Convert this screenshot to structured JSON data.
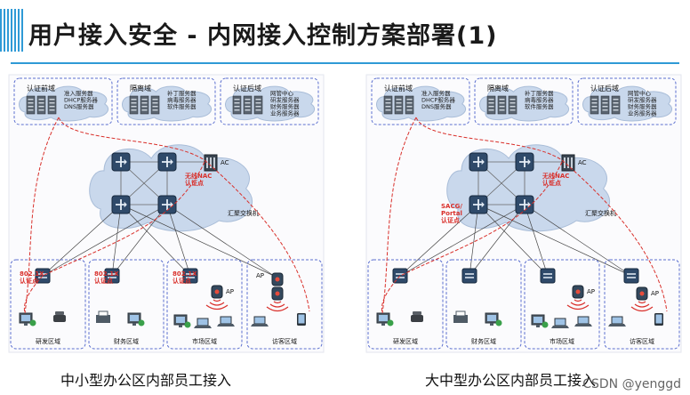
{
  "title": "用户接入安全 - 内网接入控制方案部署(1)",
  "left": {
    "caption": "中小型办公区内部员工接入",
    "top_zones": [
      {
        "name": "认证前域",
        "servers": [
          "准入服务器",
          "DHCP服务器",
          "DNS服务器"
        ]
      },
      {
        "name": "隔离域",
        "servers": [
          "补丁服务器",
          "病毒服务器",
          "软件服务器"
        ]
      },
      {
        "name": "认证后域",
        "servers": [
          "网管中心",
          "研发服务器",
          "财务服务器",
          "业务服务器"
        ]
      }
    ],
    "ac_label": "AC",
    "nac_label": "无线NAC\n认证点",
    "agg_label": "汇聚交换机",
    "auth_labels": [
      "802.1X\n认证点",
      "802.1X\n认证点",
      "802.1X\n认证点"
    ],
    "ap_labels": [
      "AP",
      "AP"
    ],
    "bottom_zones": [
      "研发区域",
      "财务区域",
      "市场区域",
      "访客区域"
    ]
  },
  "right": {
    "caption": "大中型办公区内部员工接入",
    "top_zones": [
      {
        "name": "认证前域",
        "servers": [
          "准入服务器",
          "DHCP服务器",
          "DNS服务器"
        ]
      },
      {
        "name": "隔离域",
        "servers": [
          "补丁服务器",
          "病毒服务器",
          "软件服务器"
        ]
      },
      {
        "name": "认证后域",
        "servers": [
          "网管中心",
          "研发服务器",
          "财务服务器",
          "业务服务器"
        ]
      }
    ],
    "ac_label": "AC",
    "nac_label": "无线NAC\n认证点",
    "sacg_label": "SACG/\nPortal\n认证点",
    "agg_label": "汇聚交换机",
    "ap_labels": [
      "AP",
      "AP"
    ],
    "bottom_zones": [
      "研发区域",
      "财务区域",
      "市场区域",
      "访客区域"
    ]
  },
  "watermark": "CSDN @yenggd"
}
